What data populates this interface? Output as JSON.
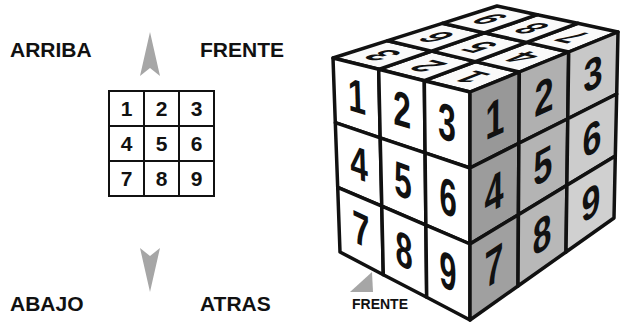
{
  "diagram": {
    "nodes": [
      {
        "text": [
          "1"
        ]
      },
      {
        "text": [
          "2"
        ]
      },
      {
        "text": [
          "3"
        ]
      },
      {
        "text": [
          "4"
        ]
      },
      {
        "text": [
          "5"
        ]
      },
      {
        "text": [
          "6"
        ]
      },
      {
        "text": [
          "7"
        ]
      },
      {
        "text": [
          "8"
        ]
      },
      {
        "text": [
          "9"
        ]
      }
    ],
    "labels": [
      "ARRIBA",
      "FRENTE",
      "ABAJO",
      "ATRAS",
      "1",
      "2",
      "3",
      "4",
      "5",
      "6",
      "7",
      "8",
      "9",
      "1",
      "2",
      "3",
      "4",
      "5",
      "6",
      "7",
      "8",
      "9",
      "1",
      "2",
      "3",
      "4",
      "5",
      "6",
      "7",
      "8",
      "9",
      "FRENTE"
    ]
  }
}
